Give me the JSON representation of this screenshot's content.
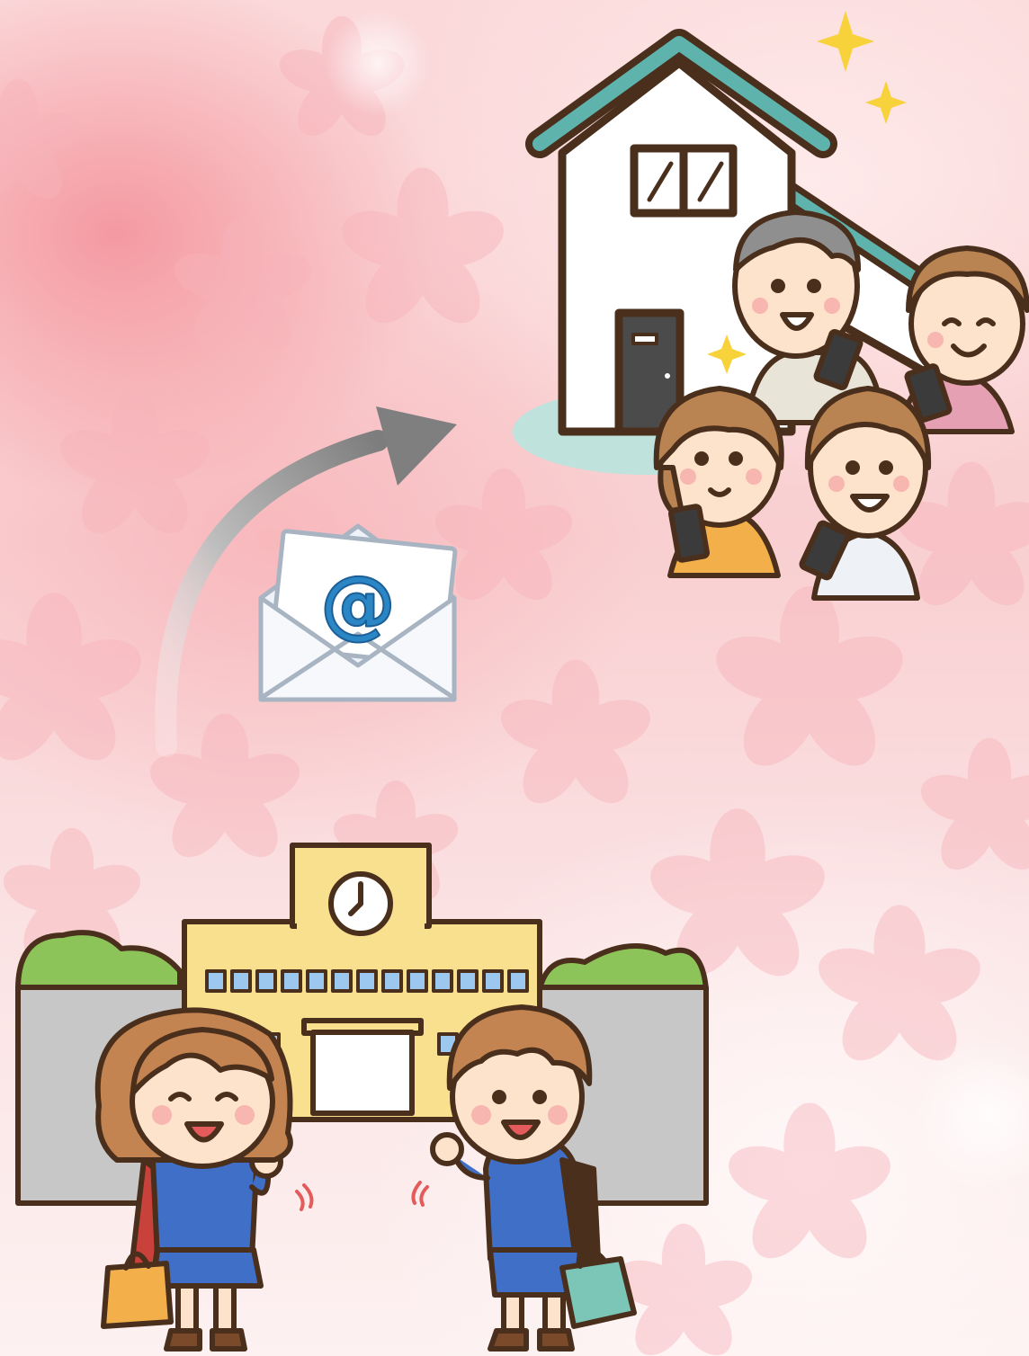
{
  "scene": {
    "background": "cherry-blossom-pink-gradient",
    "colors": {
      "petal_pink": "#f6a8b0",
      "house_roof": "#5fb3ad",
      "school_wall": "#f9e08f",
      "outline_brown": "#5a3a22",
      "hedge_green": "#8cc45a",
      "uniform_blue": "#3f6fc6",
      "arrow_gray": "#8c8c8c",
      "mail_blue": "#2b86c5",
      "sparkle_yellow": "#f7d23a"
    },
    "elements": [
      "house-illustration",
      "family-with-smartphones",
      "mail-arrow",
      "email-envelope-icon",
      "school-building",
      "school-clock",
      "girl-student",
      "boy-student"
    ],
    "email_symbol": "@"
  }
}
